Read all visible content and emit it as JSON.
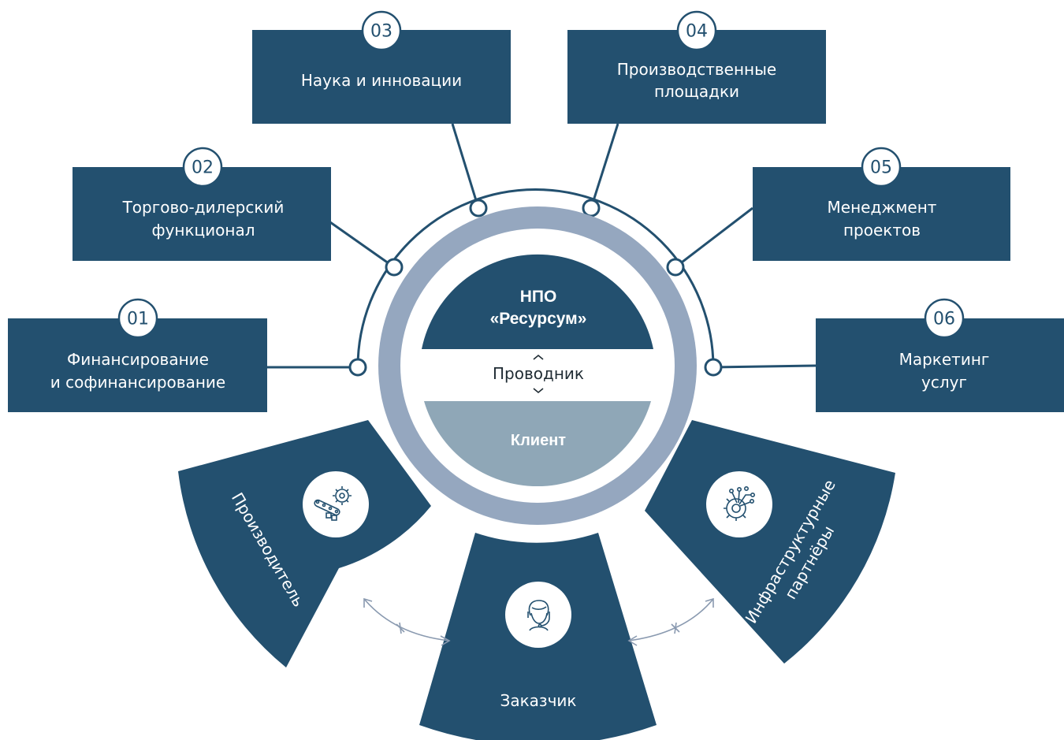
{
  "colors": {
    "primary": "#23506f",
    "ring": "#95a7bf",
    "client": "#8fa7b7",
    "badge_bg": "#ffffff",
    "arrow": "#8a9ab0"
  },
  "center": {
    "title_line1": "НПО",
    "title_line2": "«Ресурсум»",
    "middle": "Проводник",
    "bottom": "Клиент"
  },
  "blocks": [
    {
      "num": "01",
      "line1": "Финансирование",
      "line2": "и софинансирование"
    },
    {
      "num": "02",
      "line1": "Торгово-дилерский",
      "line2": "функционал"
    },
    {
      "num": "03",
      "line1": "Наука и инновации",
      "line2": ""
    },
    {
      "num": "04",
      "line1": "Производственные",
      "line2": "площадки"
    },
    {
      "num": "05",
      "line1": "Менеджмент",
      "line2": "проектов"
    },
    {
      "num": "06",
      "line1": "Маркетинг",
      "line2": "услуг"
    }
  ],
  "sectors": {
    "left": {
      "label": "Производитель",
      "icon": "conveyor-gear-icon"
    },
    "center": {
      "label": "Заказчик",
      "icon": "headset-operator-icon"
    },
    "right": {
      "line1": "Инфраструктурные",
      "line2": "партнёры",
      "icon": "network-gear-icon"
    }
  }
}
